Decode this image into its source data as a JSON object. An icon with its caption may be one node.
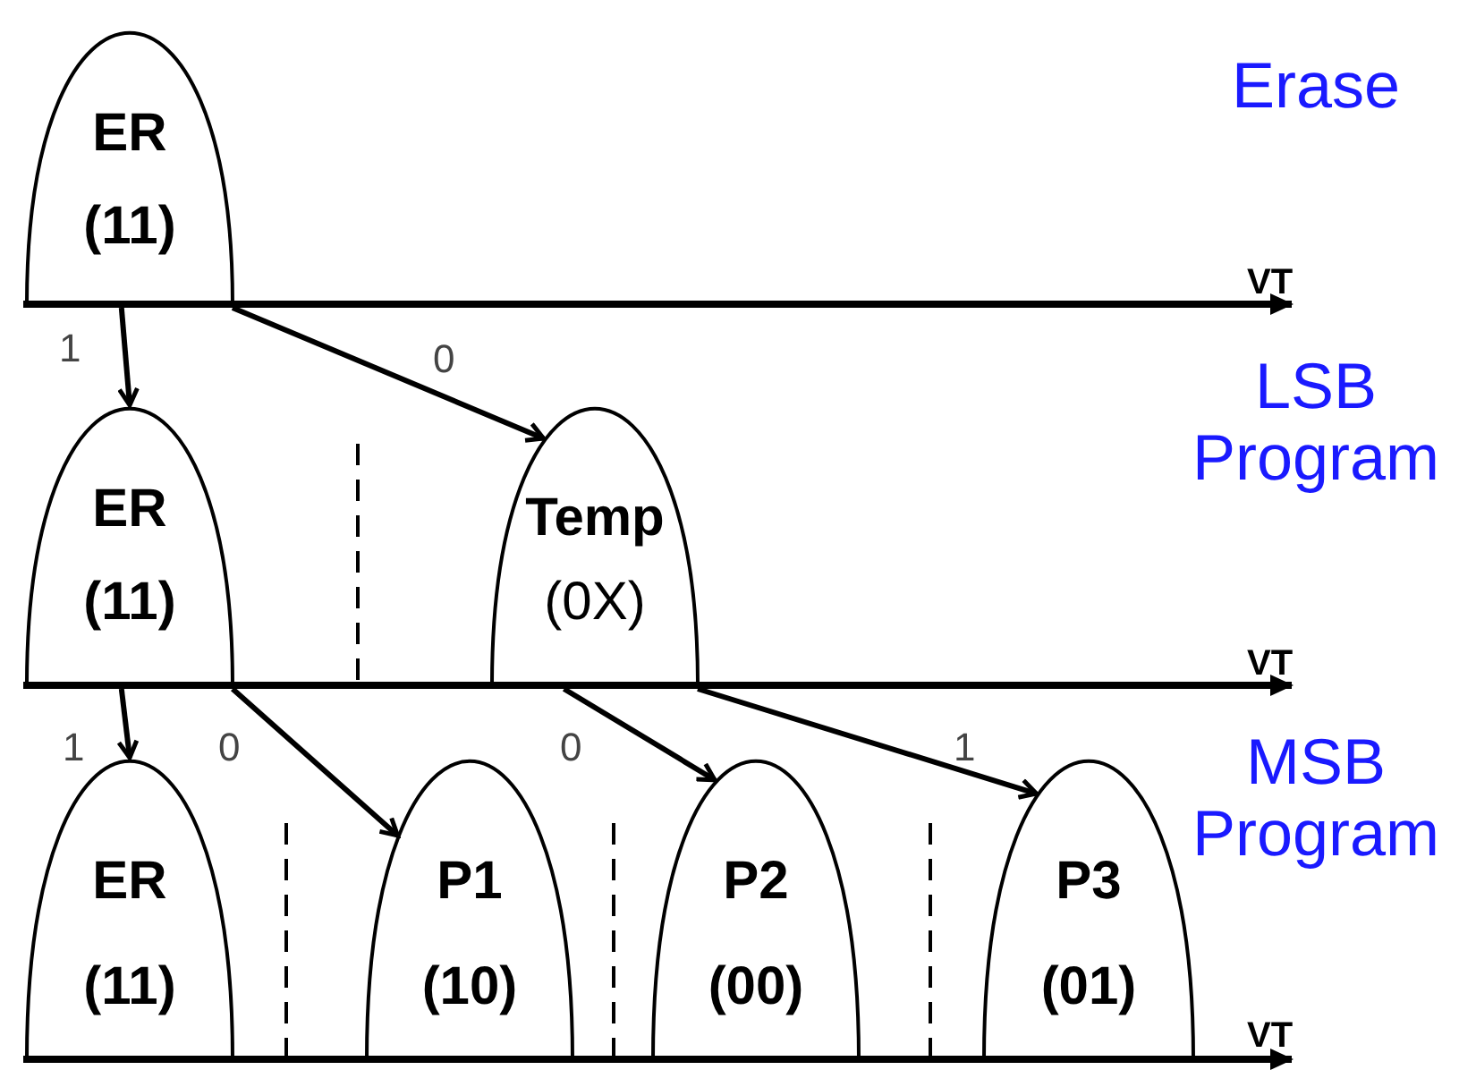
{
  "diagram": {
    "nodes": [
      {
        "text": [
          "ER",
          "(11)"
        ]
      },
      {
        "text": [
          "ER",
          "(11)"
        ]
      },
      {
        "text": [
          "Temp",
          "(0X)"
        ]
      },
      {
        "text": [
          "ER",
          "(11)"
        ]
      },
      {
        "text": [
          "P1",
          "(10)"
        ]
      },
      {
        "text": [
          "P2",
          "(00)"
        ]
      },
      {
        "text": [
          "P3",
          "(01)"
        ]
      }
    ],
    "edges": [
      {
        "from": 0,
        "to": 1,
        "arrow": "to",
        "label": "1"
      },
      {
        "from": 0,
        "to": 2,
        "arrow": "to",
        "label": "0"
      },
      {
        "from": 1,
        "to": 3,
        "arrow": "to",
        "label": "1"
      },
      {
        "from": 1,
        "to": 4,
        "arrow": "to",
        "label": "0"
      },
      {
        "from": 2,
        "to": 5,
        "arrow": "to",
        "label": "0"
      },
      {
        "from": 2,
        "to": 6,
        "arrow": "to",
        "label": "1"
      }
    ],
    "labels": [
      "Erase",
      "VT",
      "LSB Program",
      "VT",
      "MSB Program",
      "VT"
    ]
  }
}
